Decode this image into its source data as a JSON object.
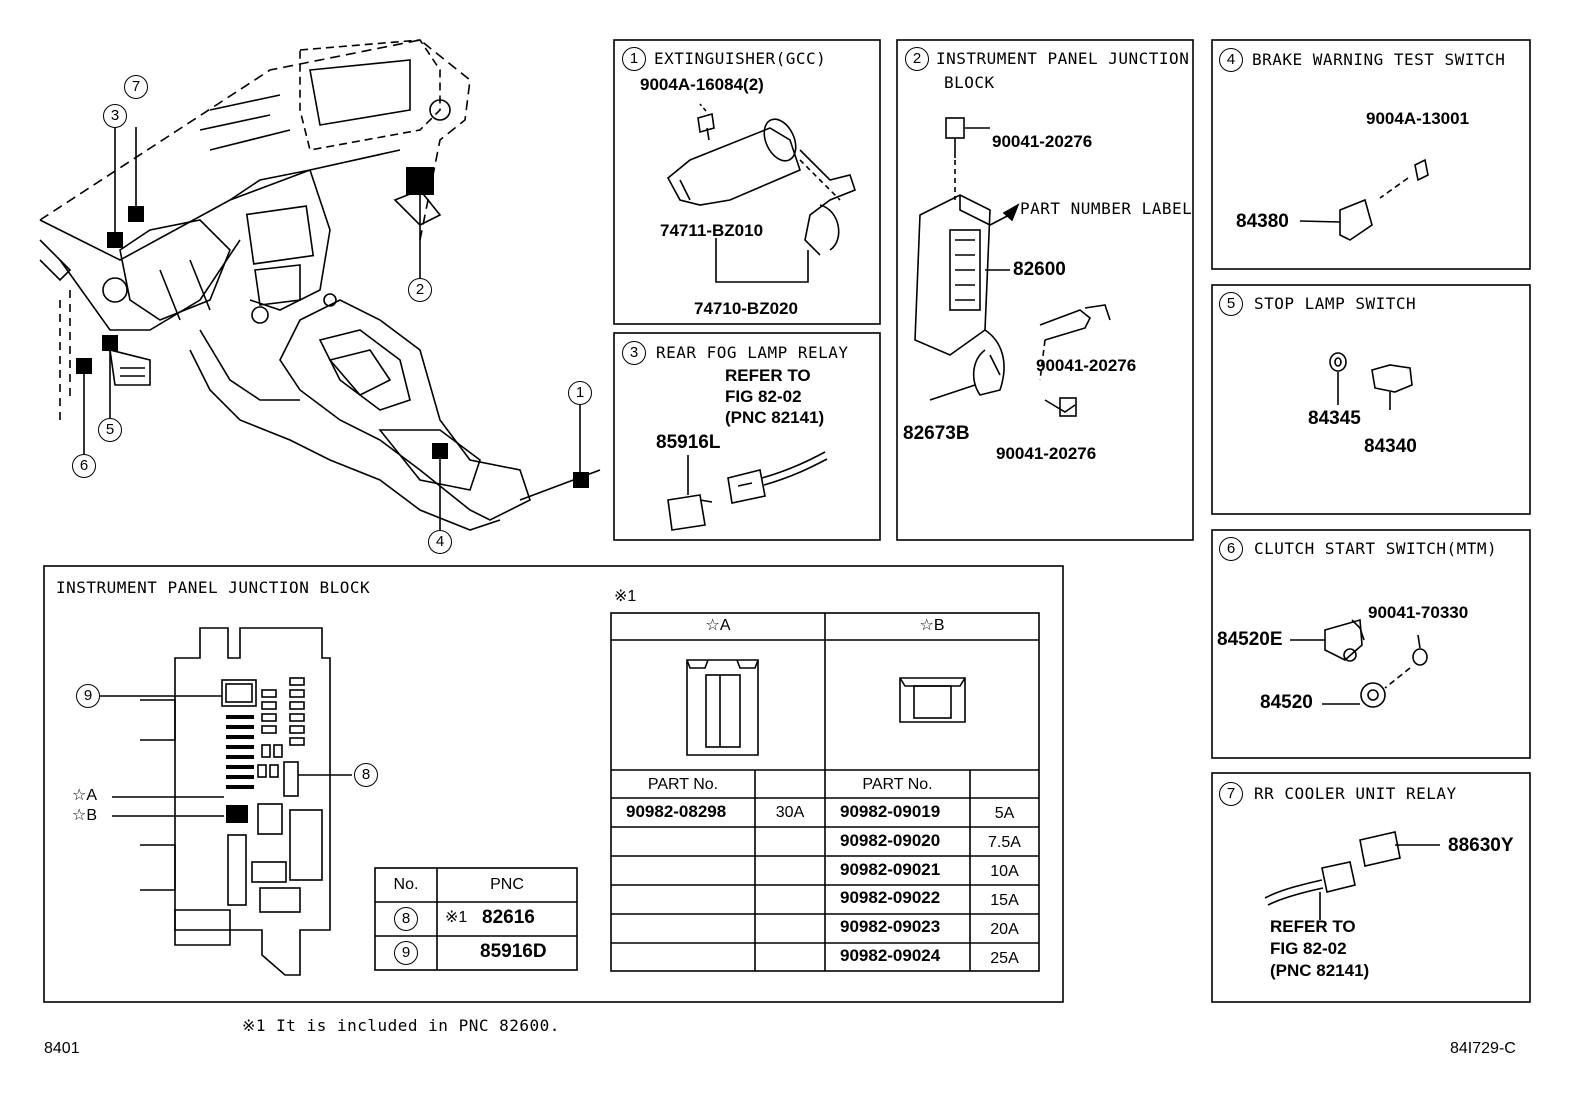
{
  "overview": {
    "callouts": [
      "1",
      "2",
      "3",
      "4",
      "5",
      "6",
      "7"
    ]
  },
  "panels": {
    "p1": {
      "num": "1",
      "title": "EXTINGUISHER(GCC)",
      "parts": [
        "9004A-16084(2)",
        "74711-BZ010",
        "74710-BZ020"
      ]
    },
    "p2": {
      "num": "2",
      "title_line1": "INSTRUMENT PANEL JUNCTION",
      "title_line2": "BLOCK",
      "parts": [
        "90041-20276",
        "PART NUMBER LABEL",
        "82600",
        "90041-20276",
        "82673B",
        "90041-20276"
      ]
    },
    "p3": {
      "num": "3",
      "title": "REAR FOG LAMP RELAY",
      "refer": [
        "REFER TO",
        "FIG 82-02",
        "(PNC 82141)"
      ],
      "parts": [
        "85916L"
      ]
    },
    "p4": {
      "num": "4",
      "title": "BRAKE WARNING TEST SWITCH",
      "parts": [
        "9004A-13001",
        "84380"
      ]
    },
    "p5": {
      "num": "5",
      "title": "STOP LAMP SWITCH",
      "parts": [
        "84345",
        "84340"
      ]
    },
    "p6": {
      "num": "6",
      "title": "CLUTCH START SWITCH(MTM)",
      "parts": [
        "90041-70330",
        "84520E",
        "84520"
      ]
    },
    "p7": {
      "num": "7",
      "title": "RR COOLER UNIT RELAY",
      "parts": [
        "88630Y"
      ],
      "refer": [
        "REFER TO",
        "FIG 82-02",
        "(PNC 82141)"
      ]
    }
  },
  "junction": {
    "title": "INSTRUMENT PANEL JUNCTION BLOCK",
    "callout9": "9",
    "callout8": "8",
    "starA": "☆A",
    "starB": "☆B",
    "pnc_table": {
      "headers": [
        "No.",
        "PNC"
      ],
      "rows": [
        {
          "no": "8",
          "mark": "※1",
          "pnc": "82616"
        },
        {
          "no": "9",
          "mark": "",
          "pnc": "85916D"
        }
      ]
    },
    "fuse_note_mark": "※1",
    "fuse_table": {
      "headA": "☆A",
      "headB": "☆B",
      "part_no": "PART No.",
      "a_rows": [
        {
          "part": "90982-08298",
          "amp": "30A"
        }
      ],
      "b_rows": [
        {
          "part": "90982-09019",
          "amp": "5A"
        },
        {
          "part": "90982-09020",
          "amp": "7.5A"
        },
        {
          "part": "90982-09021",
          "amp": "10A"
        },
        {
          "part": "90982-09022",
          "amp": "15A"
        },
        {
          "part": "90982-09023",
          "amp": "20A"
        },
        {
          "part": "90982-09024",
          "amp": "25A"
        }
      ]
    }
  },
  "footnote": "※1 It is included in PNC 82600.",
  "page_code": "8401",
  "figure_code": "84I729-C"
}
